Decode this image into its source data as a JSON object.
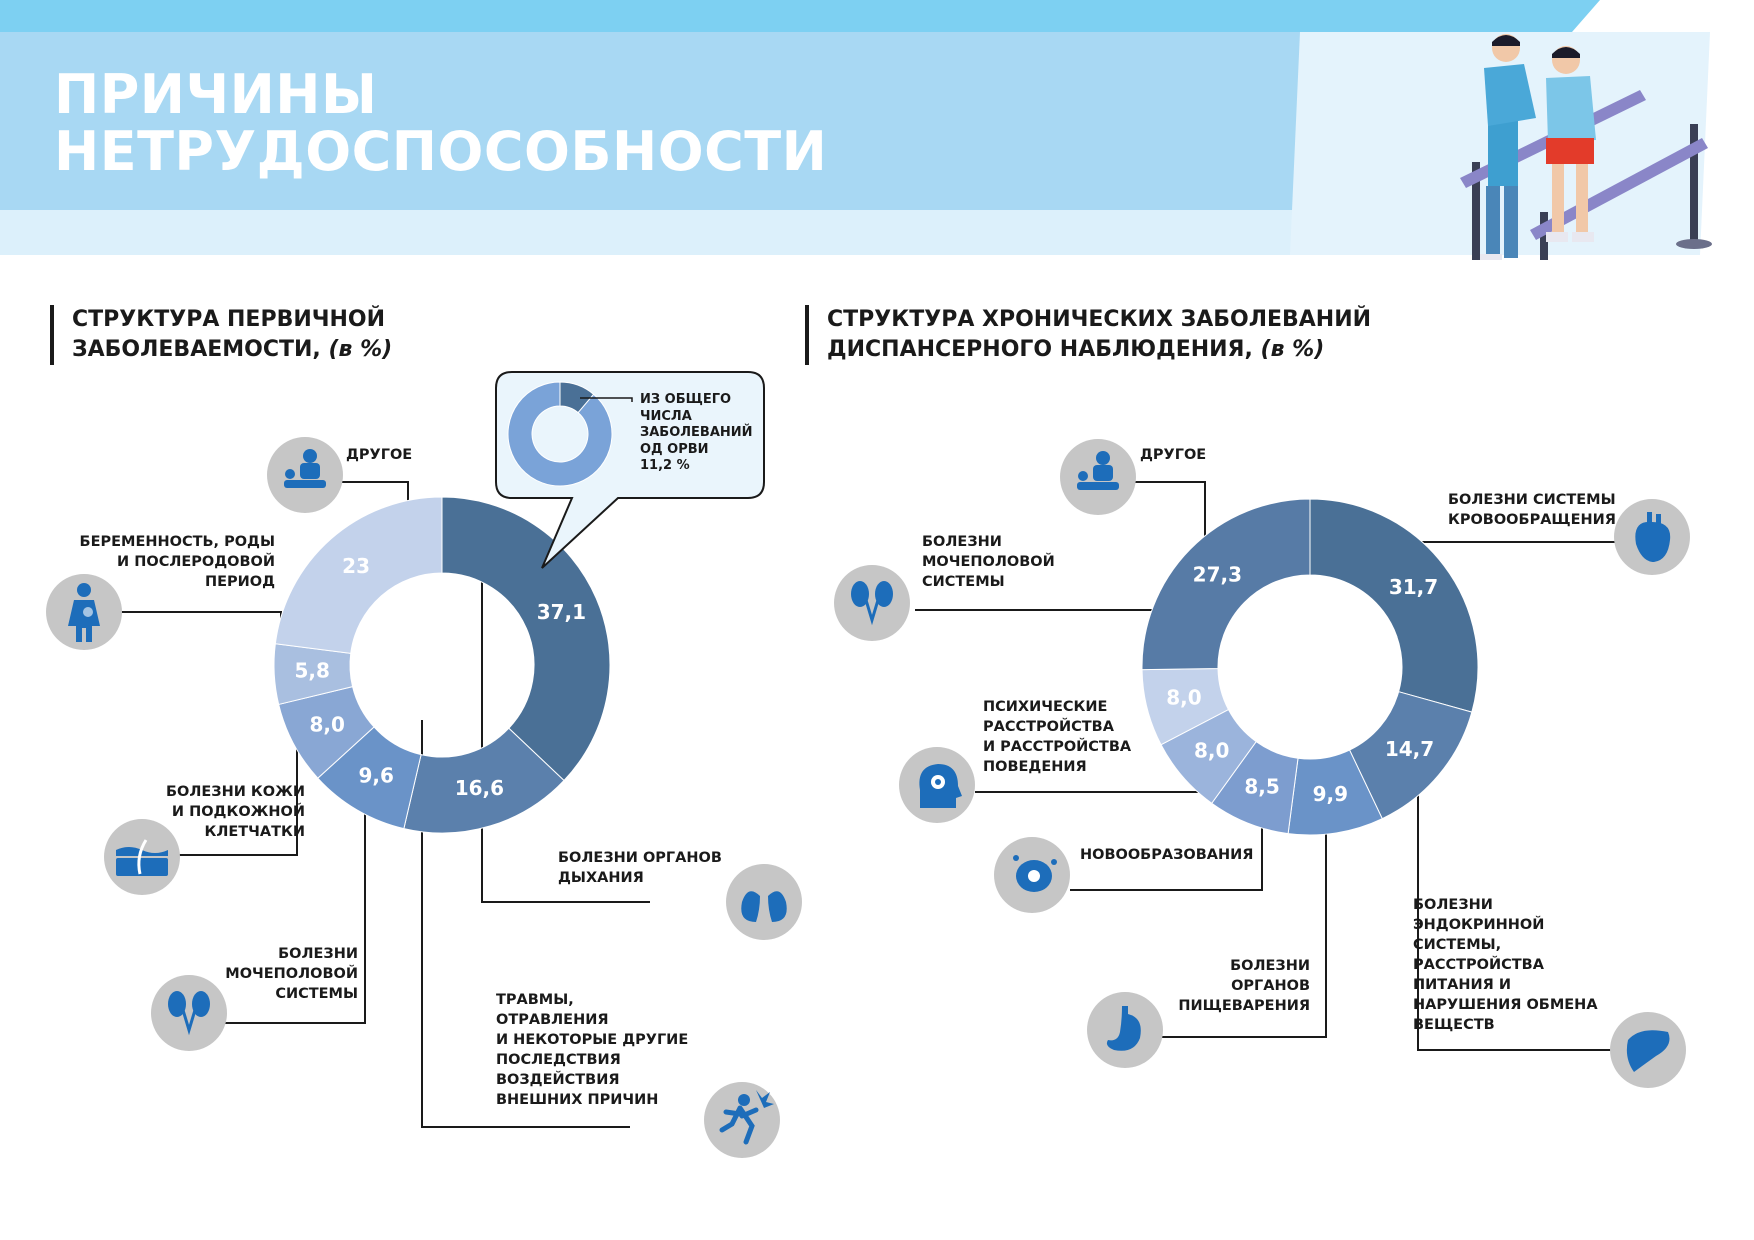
{
  "header": {
    "title_lines": [
      "ПРИЧИНЫ",
      "НЕТРУДОСПОСОБНОСТИ"
    ]
  },
  "colors": {
    "banner_light": "#a8d8f3",
    "banner_top": "#7dd0f2",
    "shade_1": "#4a7096",
    "shade_2": "#5b80ac",
    "shade_3": "#6a93c8",
    "shade_4": "#89a7d4",
    "shade_5": "#a9bfe0",
    "shade_6": "#c3d2eb",
    "icon_circle": "#c6c6c6",
    "icon_blue": "#1d6dba"
  },
  "left": {
    "heading": [
      "СТРУКТУРА ПЕРВИЧНОЙ",
      "ЗАБОЛЕВАЕМОСТИ,",
      "(в %)"
    ],
    "labels": {
      "respiratory": "БОЛЕЗНИ ОРГАНОВ\nДЫХАНИЯ",
      "injury": "ТРАВМЫ,\nОТРАВЛЕНИЯ\nИ НЕКОТОРЫЕ ДРУГИЕ\nПОСЛЕДСТВИЯ\nВОЗДЕЙСТВИЯ\nВНЕШНИХ ПРИЧИН",
      "urogenital": "БОЛЕЗНИ\nМОЧЕПОЛОВОЙ\nСИСТЕМЫ",
      "skin": "БОЛЕЗНИ КОЖИ\nИ ПОДКОЖНОЙ\nКЛЕТЧАТКИ",
      "pregnancy": "БЕРЕМЕННОСТЬ, РОДЫ\nИ ПОСЛЕРОДОВОЙ\nПЕРИОД",
      "other": "ДРУГОЕ"
    },
    "inset_text": "ИЗ ОБЩЕГО\nЧИСЛА\nЗАБОЛЕВАНИЙ\nОД ОРВИ\n11,2 %"
  },
  "right": {
    "heading": [
      "СТРУКТУРА ХРОНИЧЕСКИХ ЗАБОЛЕВАНИЙ",
      "ДИСПАНСЕРНОГО НАБЛЮДЕНИЯ,",
      "(в %)"
    ],
    "labels": {
      "circulatory": "БОЛЕЗНИ СИСТЕМЫ\nКРОВООБРАЩЕНИЯ",
      "endocrine": "БОЛЕЗНИ\nЭНДОКРИННОЙ\nСИСТЕМЫ,\nРАССТРОЙСТВА\nПИТАНИЯ И\nНАРУШЕНИЯ ОБМЕНА\nВЕЩЕСТВ",
      "digestive": "БОЛЕЗНИ\nОРГАНОВ\nПИЩЕВАРЕНИЯ",
      "neoplasms": "НОВООБРАЗОВАНИЯ",
      "mental": "ПСИХИЧЕСКИЕ\nРАССТРОЙСТВА\nИ РАССТРОЙСТВА\nПОВЕДЕНИЯ",
      "urogenital": "БОЛЕЗНИ\nМОЧЕПОЛОВОЙ\nСИСТЕМЫ",
      "other": "ДРУГОЕ"
    }
  },
  "chart_data": [
    {
      "type": "pie",
      "title": "СТРУКТУРА ПЕРВИЧНОЙ ЗАБОЛЕВАЕМОСТИ, (в %)",
      "categories": [
        "БОЛЕЗНИ ОРГАНОВ ДЫХАНИЯ",
        "ТРАВМЫ, ОТРАВЛЕНИЯ И НЕКОТОРЫЕ ДРУГИЕ ПОСЛЕДСТВИЯ ВОЗДЕЙСТВИЯ ВНЕШНИХ ПРИЧИН",
        "БОЛЕЗНИ МОЧЕПОЛОВОЙ СИСТЕМЫ",
        "БОЛЕЗНИ КОЖИ И ПОДКОЖНОЙ КЛЕТЧАТКИ",
        "БЕРЕМЕННОСТЬ, РОДЫ И ПОСЛЕРОДОВОЙ ПЕРИОД",
        "ДРУГОЕ"
      ],
      "values": [
        37.1,
        16.6,
        9.6,
        8.0,
        5.8,
        23
      ],
      "value_labels": [
        "37,1",
        "16,6",
        "9,6",
        "8,0",
        "5,8",
        "23"
      ],
      "colors": [
        "#4a7096",
        "#5b80ac",
        "#6a93c8",
        "#89a7d4",
        "#a9bfe0",
        "#c3d2eb"
      ],
      "inset": {
        "type": "pie",
        "values": [
          11.2,
          88.8
        ],
        "value_labels": [
          "11,2 %"
        ],
        "colors": [
          "#4a7096",
          "#7aa3d8"
        ]
      }
    },
    {
      "type": "pie",
      "title": "СТРУКТУРА ХРОНИЧЕСКИХ ЗАБОЛЕВАНИЙ ДИСПАНСЕРНОГО НАБЛЮДЕНИЯ, (в %)",
      "categories": [
        "БОЛЕЗНИ СИСТЕМЫ КРОВООБРАЩЕНИЯ",
        "БОЛЕЗНИ ЭНДОКРИННОЙ СИСТЕМЫ, РАССТРОЙСТВА ПИТАНИЯ И НАРУШЕНИЯ ОБМЕНА ВЕЩЕСТВ",
        "БОЛЕЗНИ ОРГАНОВ ПИЩЕВАРЕНИЯ",
        "НОВООБРАЗОВАНИЯ",
        "ПСИХИЧЕСКИЕ РАССТРОЙСТВА И РАССТРОЙСТВА ПОВЕДЕНИЯ",
        "БОЛЕЗНИ МОЧЕПОЛОВОЙ СИСТЕМЫ",
        "ДРУГОЕ"
      ],
      "values": [
        31.7,
        14.7,
        9.9,
        8.5,
        8.0,
        8.0,
        27.3
      ],
      "value_labels": [
        "31,7",
        "14,7",
        "9,9",
        "8,5",
        "8,0",
        "8,0",
        "27,3"
      ],
      "colors": [
        "#4a7096",
        "#5b80ac",
        "#6a93c8",
        "#7d9dcf",
        "#9bb4dc",
        "#c3d2eb",
        "#577ba6"
      ]
    }
  ]
}
